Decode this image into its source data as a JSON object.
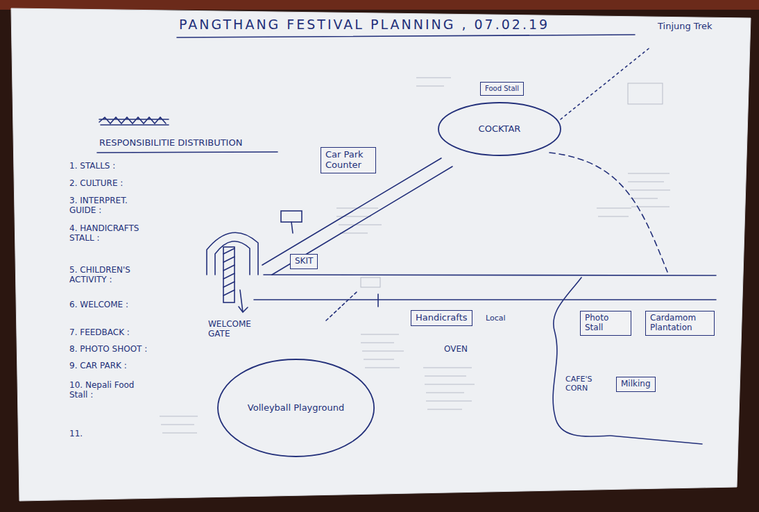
{
  "diagram": {
    "title": "PANGTHANG FESTIVAL PLANNING , 07.02.19",
    "nodes": [
      {
        "text": [
          "Car Park Counter"
        ]
      },
      {
        "text": [
          "Food Stall"
        ]
      },
      {
        "text": [
          "COCKTAR"
        ]
      },
      {
        "text": [
          "SKIT"
        ]
      },
      {
        "text": [
          "Handicrafts"
        ]
      },
      {
        "text": [
          "Photo Stall"
        ]
      },
      {
        "text": [
          "Cardamom Plantation"
        ]
      },
      {
        "text": [
          "Milking"
        ]
      },
      {
        "text": [
          "Volleyball Playground"
        ]
      }
    ],
    "labels": [
      "RESPONSIBILITIE DISTRIBUTION",
      "1. STALLS :",
      "2. CULTURE :",
      "3. INTERPRET. GUIDE :",
      "4. HANDICRAFTS STALL :",
      "5. CHILDREN'S ACTIVITY :",
      "6. WELCOME :",
      "7. FEEDBACK :",
      "8. PHOTO SHOOT :",
      "9. CAR PARK :",
      "10. Nepali Food Stall :",
      "11.",
      "Tinjung Trek",
      "WELCOME GATE",
      "Local",
      "OVEN",
      "CAFE'S CORN"
    ]
  }
}
